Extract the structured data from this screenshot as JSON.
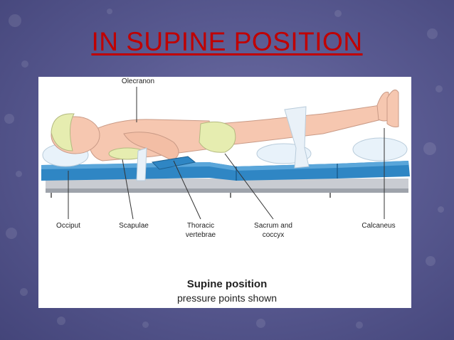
{
  "slide": {
    "title": "IN SUPINE POSITION"
  },
  "figure": {
    "labels": {
      "olecranon": "Olecranon",
      "occiput": "Occiput",
      "scapulae": "Scapulae",
      "thoracic_line1": "Thoracic",
      "thoracic_line2": "vertebrae",
      "sacrum_line1": "Sacrum and",
      "sacrum_line2": "coccyx",
      "calcaneus": "Calcaneus"
    },
    "caption_title": "Supine position",
    "caption_subtitle": "pressure points shown"
  },
  "colors": {
    "title": "#c00000",
    "background": "#5a5b92",
    "table_blue": "#2f86c4",
    "skin": "#f6c7b0",
    "pressure_points": "#e6edb0"
  }
}
